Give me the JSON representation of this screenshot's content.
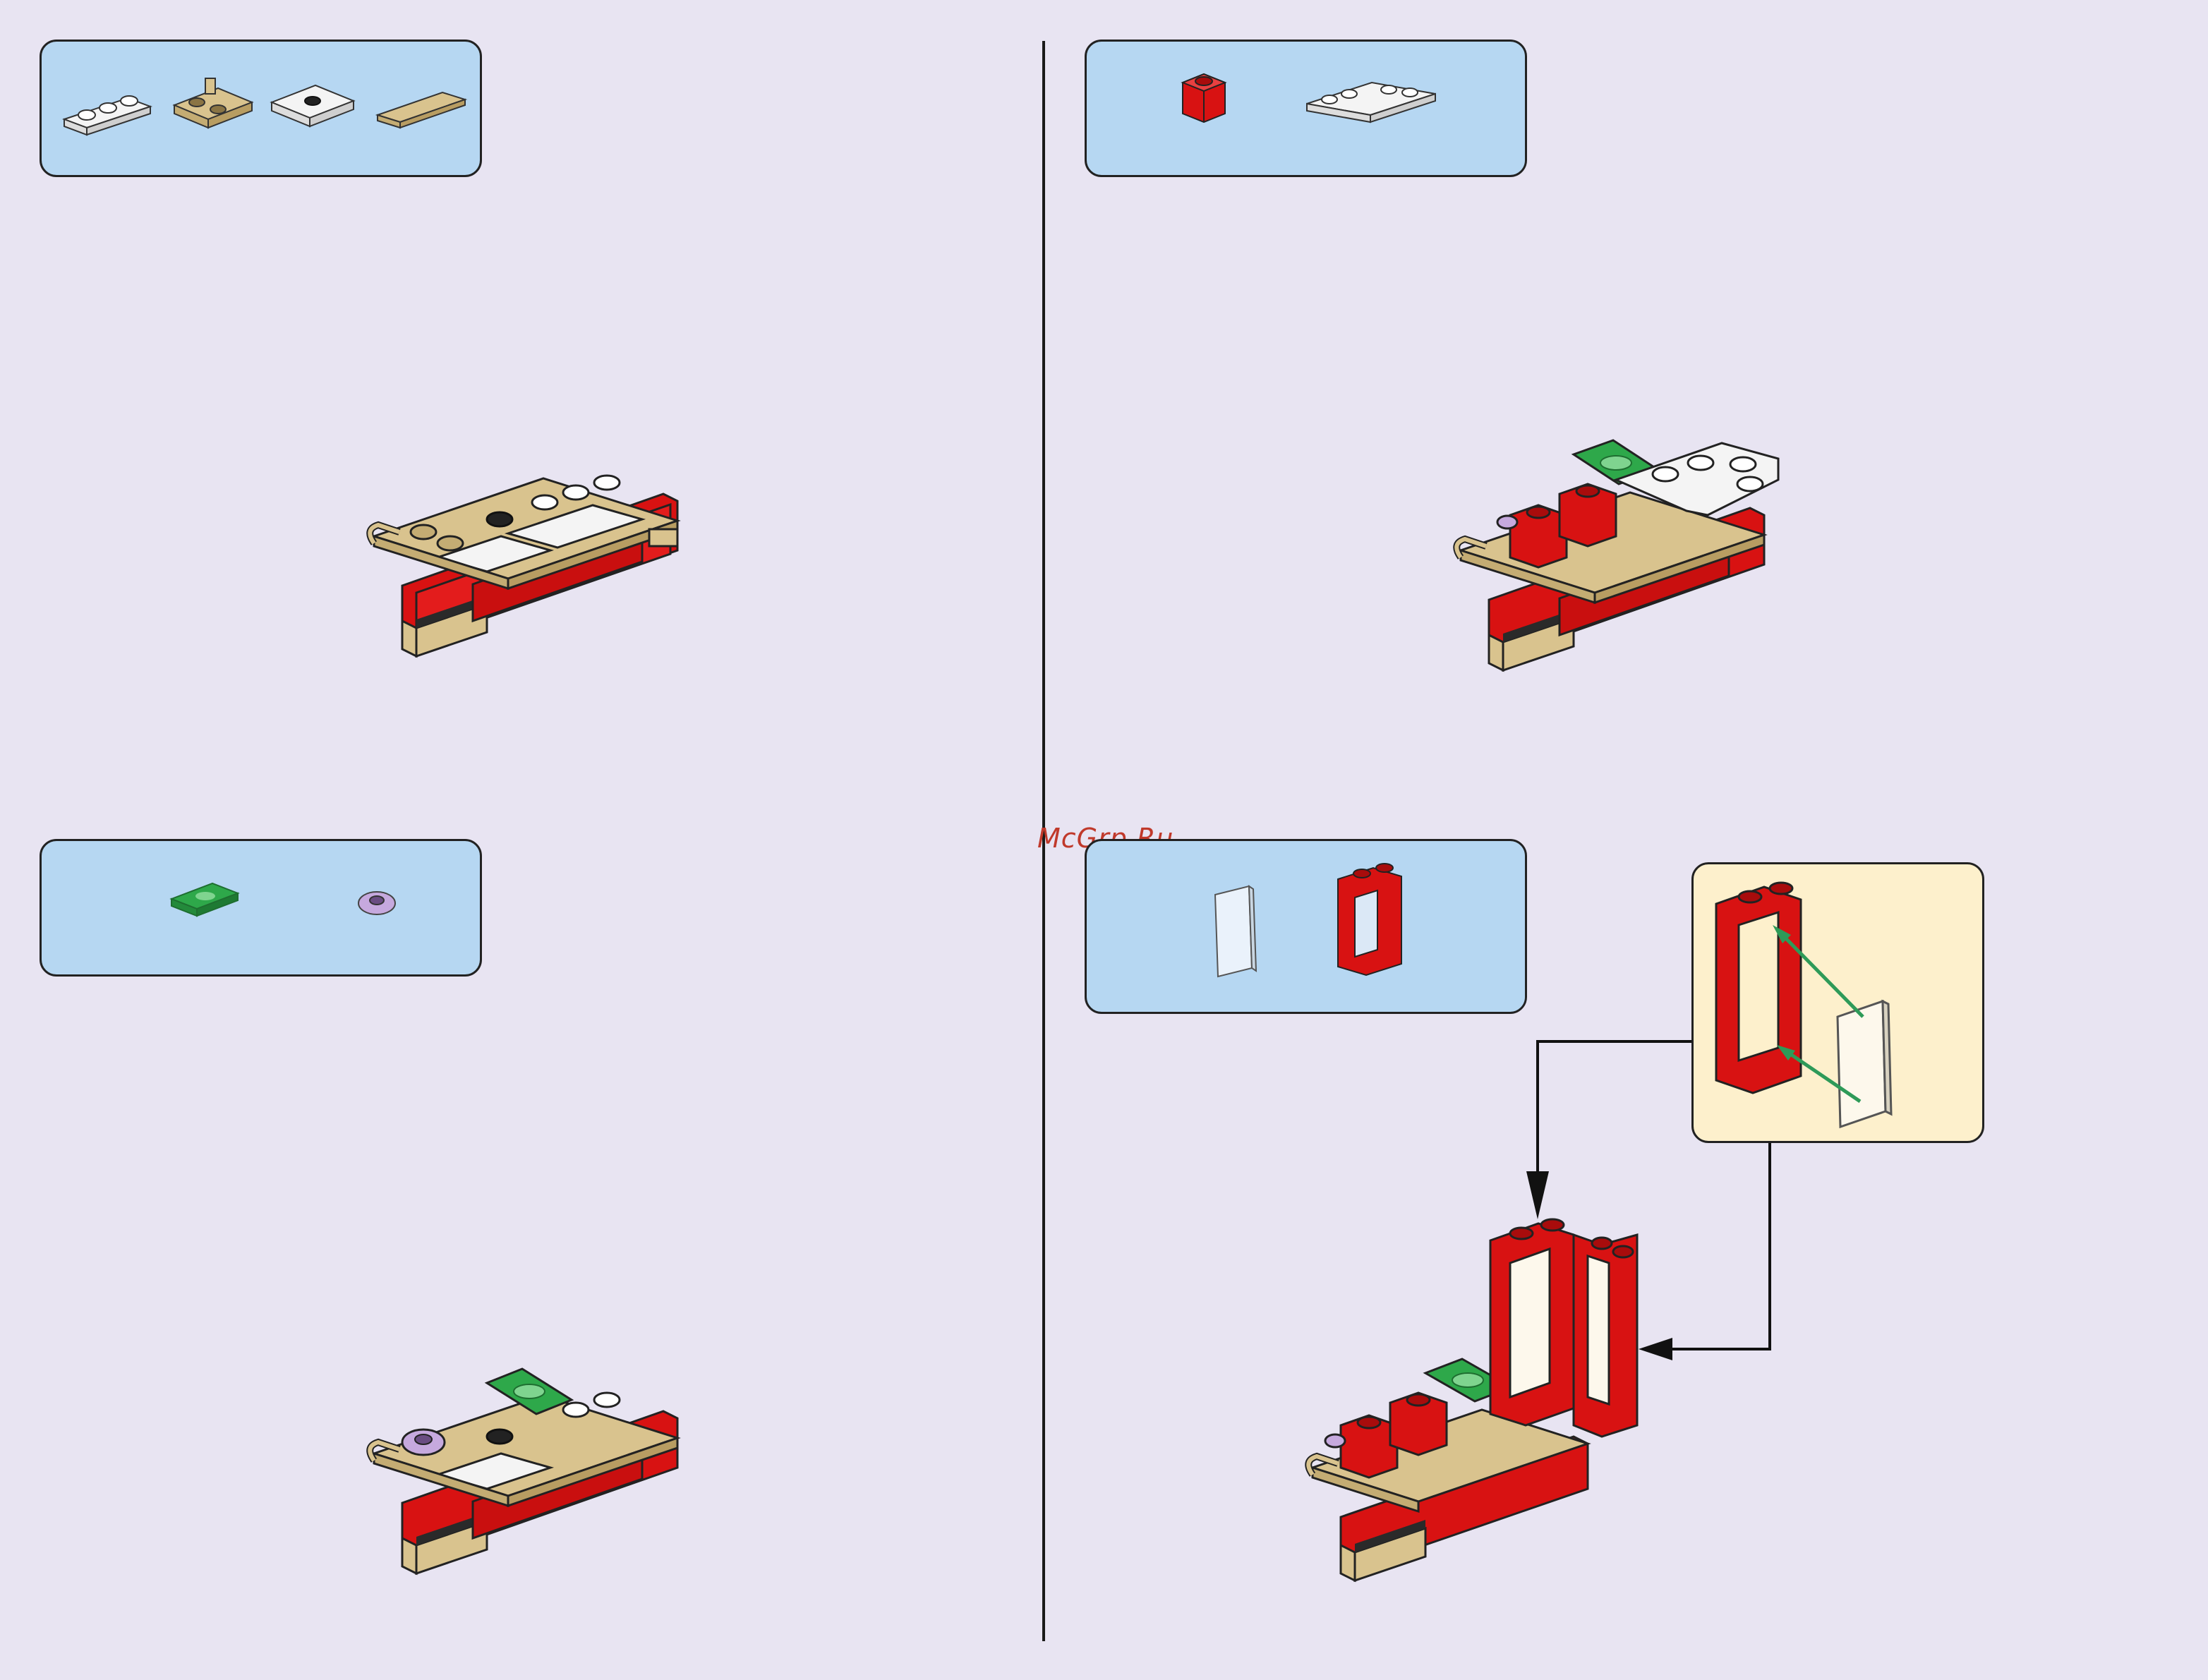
{
  "watermark": {
    "text": "McGrp.Ru"
  },
  "colors": {
    "background": "#e8e4f2",
    "parts_box": "#b6d7f2",
    "callout_box": "#fdf0cc",
    "red": "#d81212",
    "tan": "#d9c38e",
    "white": "#f4f4f4",
    "green": "#2ea84a",
    "lavender": "#c6a9de",
    "arrow_green": "#2e9a58"
  },
  "steps": [
    {
      "parts": [
        "white-plate-1x3",
        "tan-plate-with-handles",
        "white-jumper-plate",
        "tan-tile-1x3"
      ]
    },
    {
      "parts": [
        "red-brick-1x1",
        "white-hinge-plate"
      ]
    },
    {
      "parts": [
        "green-money-tile",
        "lavender-flower"
      ]
    },
    {
      "parts": [
        "transparent-window-pane",
        "red-window-frame"
      ]
    }
  ]
}
